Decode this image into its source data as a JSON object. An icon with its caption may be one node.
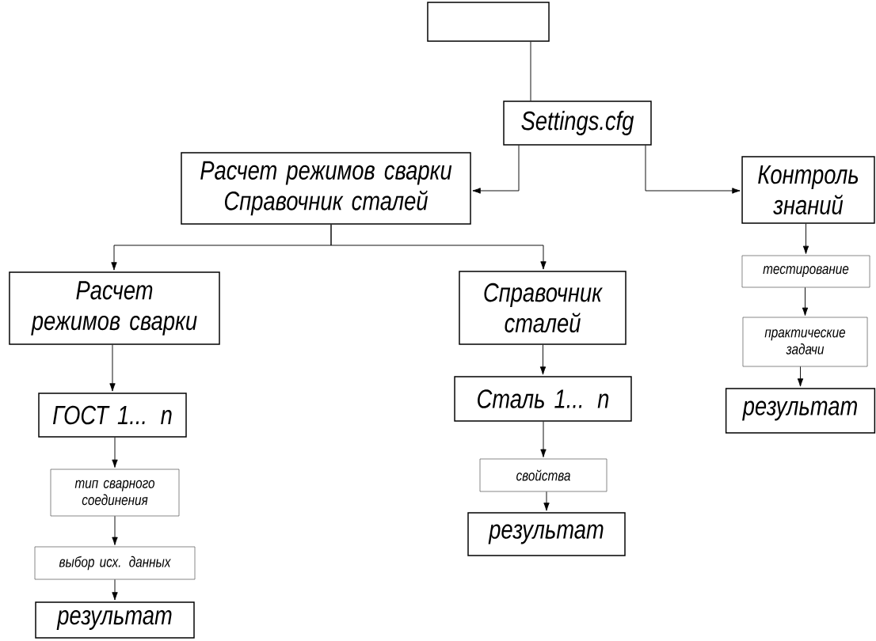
{
  "diagram": {
    "nodes": [
      {
        "text": [],
        "shape": "box"
      },
      {
        "text": [
          "Settings.cfg"
        ]
      },
      {
        "text": [
          "Расчет режимов сварки",
          "Справочник сталей"
        ]
      },
      {
        "text": [
          "Расчет режимов сварки"
        ]
      },
      {
        "text": [
          "ГОСТ 1... n"
        ]
      },
      {
        "text": [
          "тип сварного соединения"
        ]
      },
      {
        "text": [
          "выбор исх. данных"
        ]
      },
      {
        "text": [
          "результат"
        ]
      },
      {
        "text": [
          "Справочник сталей"
        ]
      },
      {
        "text": [
          "Сталь 1... n"
        ]
      },
      {
        "text": [
          "свойства"
        ]
      },
      {
        "text": [
          "результат"
        ]
      },
      {
        "text": [
          "Контроль знаний"
        ]
      },
      {
        "text": [
          "тестирование"
        ]
      },
      {
        "text": [
          "практические задачи"
        ]
      },
      {
        "text": [
          "результат"
        ]
      }
    ],
    "edges": [
      {
        "from": 0,
        "to": 1,
        "arrow": "none"
      },
      {
        "from": 1,
        "to": 2,
        "arrow": "to"
      },
      {
        "from": 1,
        "to": 12,
        "arrow": "to"
      },
      {
        "from": 2,
        "to": 3,
        "arrow": "to"
      },
      {
        "from": 2,
        "to": 8,
        "arrow": "to"
      },
      {
        "from": 3,
        "to": 4,
        "arrow": "to"
      },
      {
        "from": 4,
        "to": 5,
        "arrow": "to"
      },
      {
        "from": 5,
        "to": 6,
        "arrow": "to"
      },
      {
        "from": 6,
        "to": 7,
        "arrow": "to"
      },
      {
        "from": 8,
        "to": 9,
        "arrow": "to"
      },
      {
        "from": 9,
        "to": 10,
        "arrow": "to"
      },
      {
        "from": 10,
        "to": 11,
        "arrow": "to"
      },
      {
        "from": 12,
        "to": 13,
        "arrow": "to"
      },
      {
        "from": 13,
        "to": 14,
        "arrow": "to"
      },
      {
        "from": 14,
        "to": 15,
        "arrow": "to"
      }
    ]
  }
}
